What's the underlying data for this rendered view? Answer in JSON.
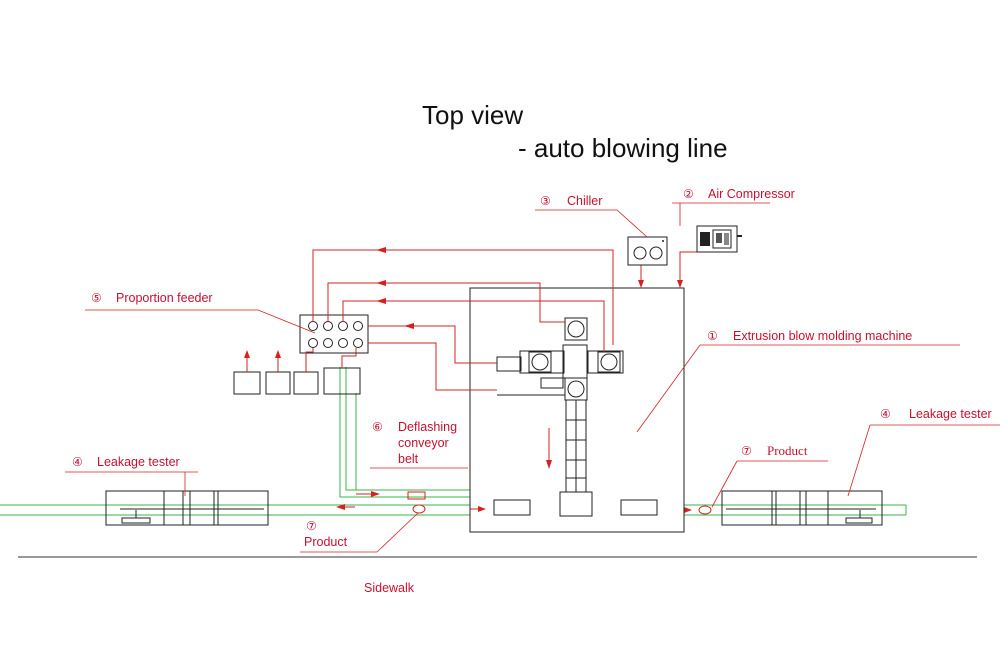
{
  "title": {
    "line1": "Top view",
    "line2": "-  auto blowing line"
  },
  "labels": {
    "chiller": {
      "num": "③",
      "text": "Chiller"
    },
    "air_compressor": {
      "num": "②",
      "text": "Air Compressor"
    },
    "proportion_feeder": {
      "num": "⑤",
      "text": "Proportion feeder"
    },
    "extrusion_machine": {
      "num": "①",
      "text": "Extrusion blow molding machine"
    },
    "leakage_tester_left": {
      "num": "④",
      "text": "Leakage tester"
    },
    "leakage_tester_right": {
      "num": "④",
      "text": "Leakage tester"
    },
    "deflashing": {
      "num": "⑥",
      "line1": "Deflashing",
      "line2": "conveyor",
      "line3": "belt"
    },
    "product_right": {
      "num": "⑦",
      "text": "Product"
    },
    "product_left": {
      "num": "⑦",
      "text": "Product"
    },
    "sidewalk": "Sidewalk"
  },
  "colors": {
    "label_red": "#c8102e",
    "conveyor_green": "#39b54a",
    "line_black": "#222222"
  }
}
